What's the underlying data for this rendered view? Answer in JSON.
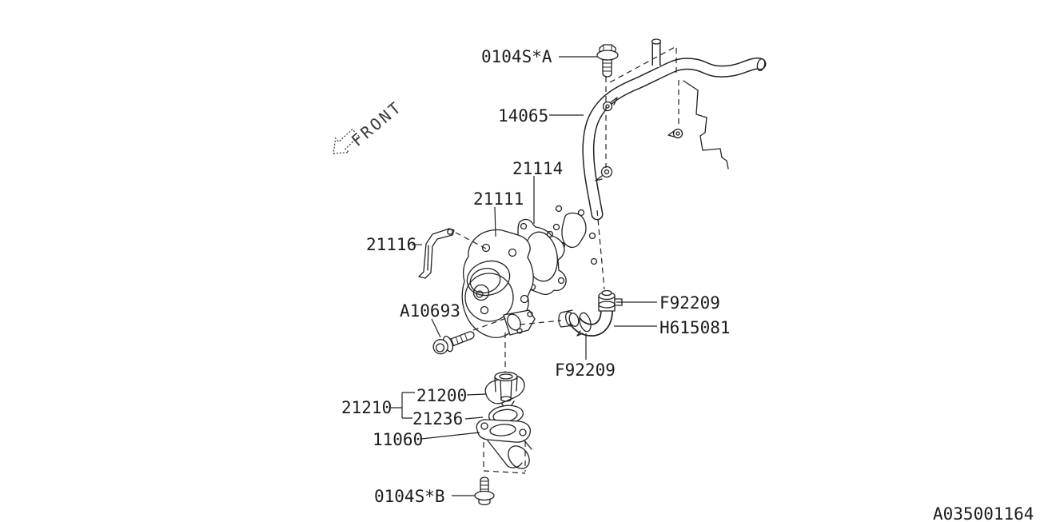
{
  "diagram_id": "A035001164",
  "front_label": "FRONT",
  "parts": {
    "bolt_a": "0104S*A",
    "hose": "14065",
    "gasket": "21114",
    "water_pump": "21111",
    "bracket": "21116",
    "pump_bolt": "A10693",
    "clamp_upper": "F92209",
    "elbow_hose": "H615081",
    "clamp_lower": "F92209",
    "thermostat": "21200",
    "thermostat_gasket": "21236",
    "thermostat_assembly": "21210",
    "thermostat_case": "11060",
    "bolt_b": "0104S*B"
  }
}
